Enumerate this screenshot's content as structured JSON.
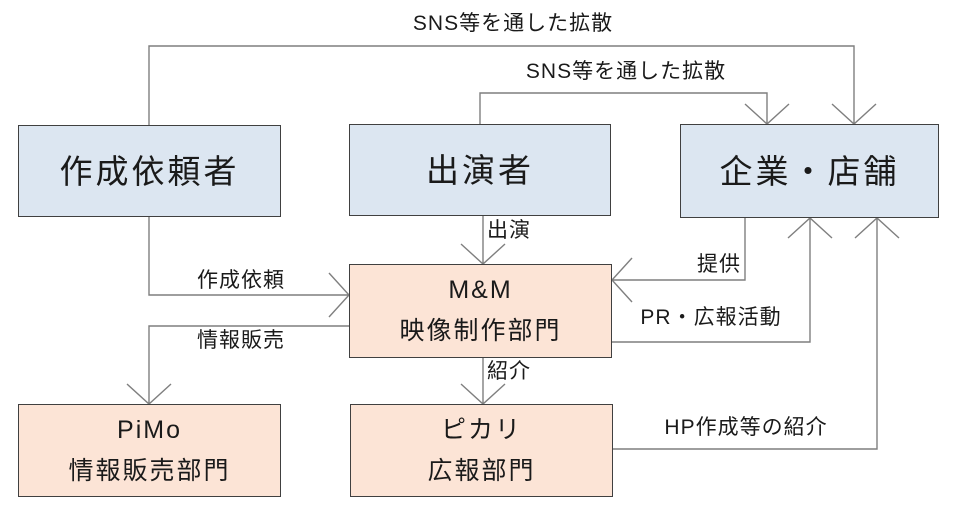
{
  "diagram": {
    "boxes": {
      "requester": {
        "title": "作成依頼者"
      },
      "performer": {
        "title": "出演者"
      },
      "company": {
        "title": "企業・店舗"
      },
      "mm": {
        "line1": "M&M",
        "line2": "映像制作部門"
      },
      "pimo": {
        "line1": "PiMo",
        "line2": "情報販売部門"
      },
      "pikari": {
        "line1": "ピカリ",
        "line2": "広報部門"
      }
    },
    "edge_labels": {
      "sns_top": "SNS等を通した拡散",
      "sns_mid": "SNS等を通した拡散",
      "appearance": "出演",
      "creation_request": "作成依頼",
      "info_sales": "情報販売",
      "provide": "提供",
      "pr_activity": "PR・広報活動",
      "introduction": "紹介",
      "hp_introduction": "HP作成等の紹介"
    },
    "colors": {
      "box_blue": "#dce6f1",
      "box_orange": "#fce4d6",
      "box_border": "#404040",
      "connector": "#7f7f7f",
      "text": "#1a1a1a",
      "background": "#ffffff"
    }
  }
}
